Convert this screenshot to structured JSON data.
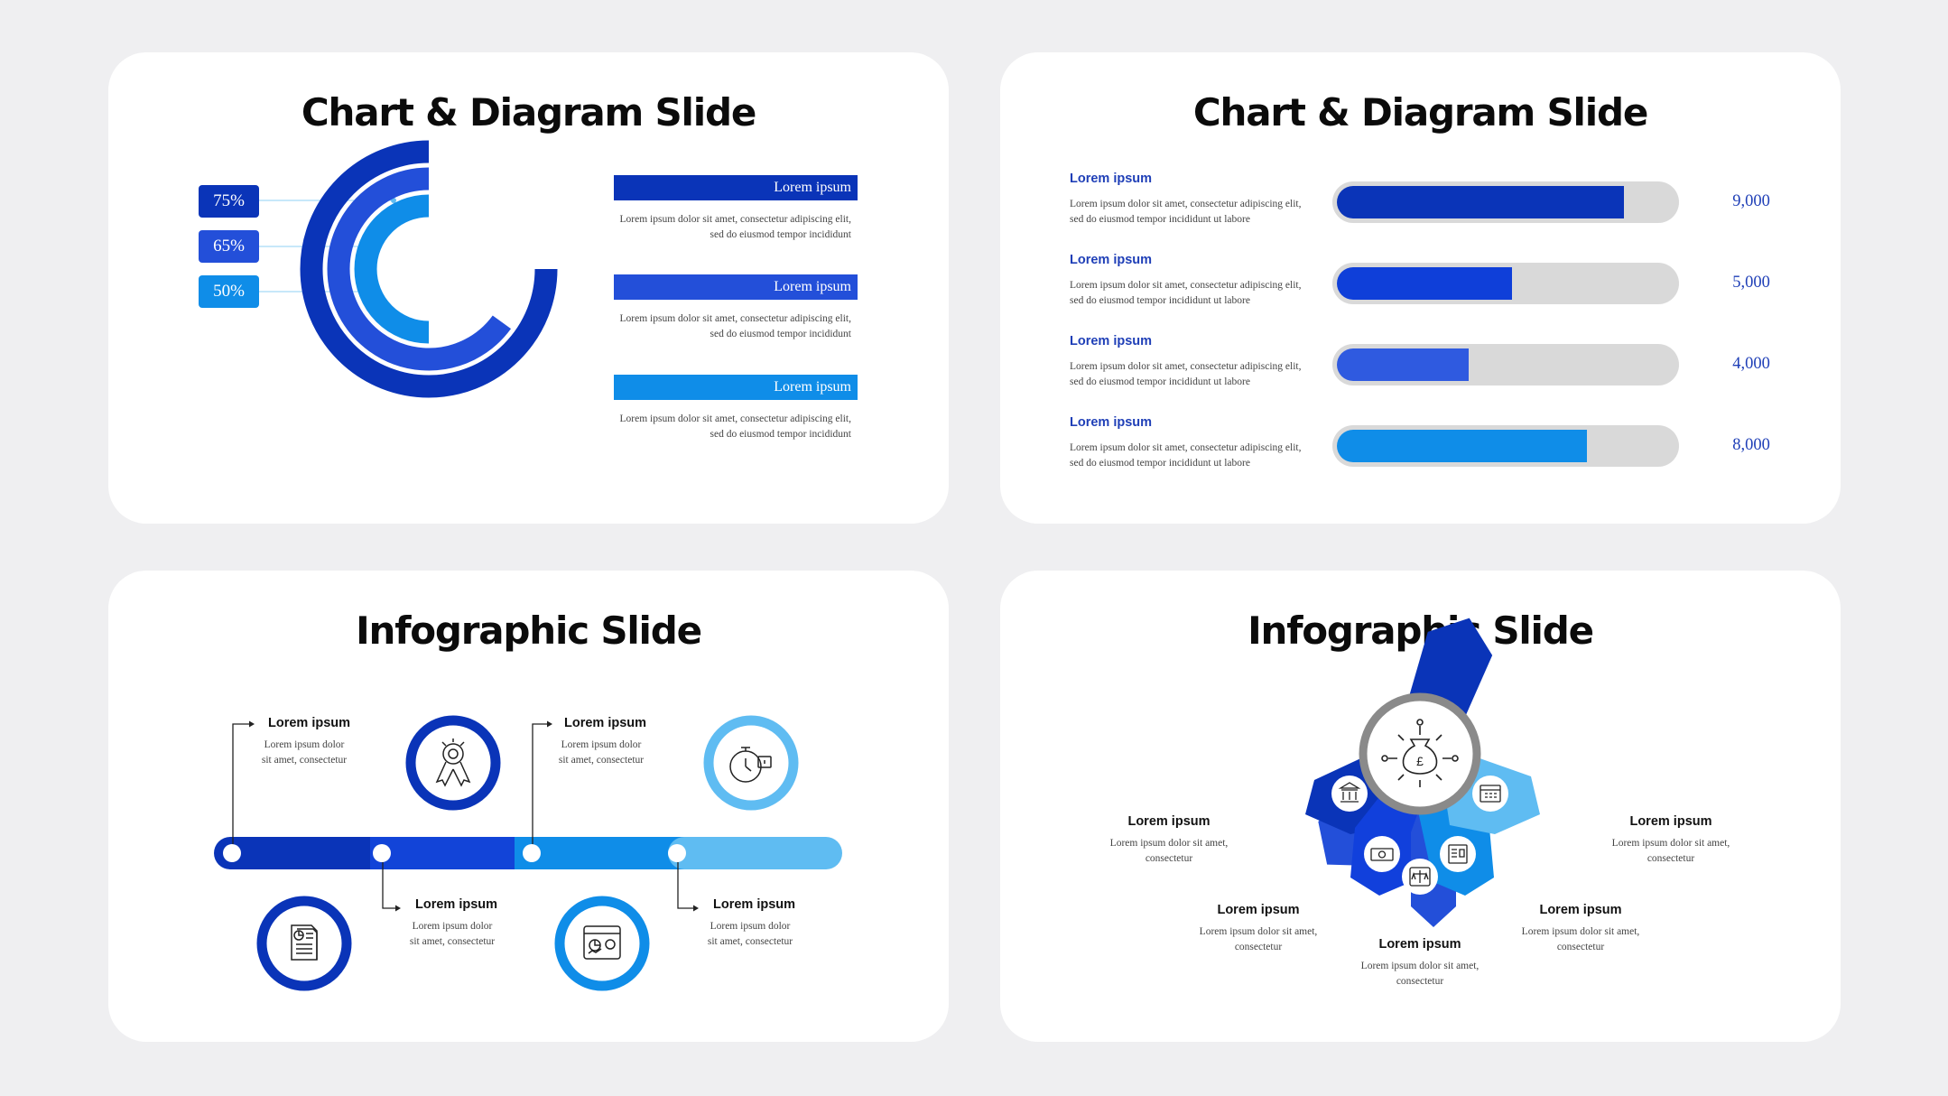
{
  "slides": [
    {
      "title": "Chart & Diagram Slide"
    },
    {
      "title": "Chart & Diagram Slide"
    },
    {
      "title": "Infographic Slide"
    },
    {
      "title": "Infographic Slide"
    }
  ],
  "colors": {
    "dark_blue": "#0a34b8",
    "blue": "#234fd9",
    "mid_blue": "#0f63e0",
    "sky_blue": "#0f8de8",
    "light_blue": "#5fbcf2",
    "grey_track": "#d9d9d9",
    "ring_grey": "#8a8a8a"
  },
  "radial": {
    "badges": [
      "75%",
      "65%",
      "50%"
    ],
    "levels": [
      0.75,
      0.65,
      0.5
    ],
    "items": [
      {
        "label": "Lorem ipsum",
        "line1": "Lorem ipsum dolor sit amet, consectetur adipiscing elit,",
        "line2": "sed do eiusmod tempor incididunt"
      },
      {
        "label": "Lorem ipsum",
        "line1": "Lorem ipsum dolor sit amet, consectetur adipiscing elit,",
        "line2": "sed do eiusmod tempor incididunt"
      },
      {
        "label": "Lorem ipsum",
        "line1": "Lorem ipsum dolor sit amet, consectetur adipiscing elit,",
        "line2": "sed do eiusmod tempor incididunt"
      }
    ]
  },
  "progress": {
    "rows": [
      {
        "title": "Lorem ipsum",
        "line1": "Lorem ipsum dolor sit amet, consectetur adipiscing elit,",
        "line2": "sed do eiusmod tempor incididunt ut labore",
        "value": "9,000",
        "level": 0.85
      },
      {
        "title": "Lorem ipsum",
        "line1": "Lorem ipsum dolor sit amet, consectetur adipiscing elit,",
        "line2": "sed do eiusmod tempor incididunt ut labore",
        "value": "5,000",
        "level": 0.52
      },
      {
        "title": "Lorem ipsum",
        "line1": "Lorem ipsum dolor sit amet, consectetur adipiscing elit,",
        "line2": "sed do eiusmod tempor incididunt ut labore",
        "value": "4,000",
        "level": 0.39
      },
      {
        "title": "Lorem ipsum",
        "line1": "Lorem ipsum dolor sit amet, consectetur adipiscing elit,",
        "line2": "sed do eiusmod tempor incididunt ut labore",
        "value": "8,000",
        "level": 0.74
      }
    ]
  },
  "timeline": {
    "steps": [
      {
        "title": "Lorem ipsum",
        "line1": "Lorem ipsum dolor",
        "line2": "sit amet, consectetur",
        "icon": "report-icon"
      },
      {
        "title": "Lorem ipsum",
        "line1": "Lorem ipsum dolor",
        "line2": "sit amet, consectetur",
        "icon": "award-icon"
      },
      {
        "title": "Lorem ipsum",
        "line1": "Lorem ipsum dolor",
        "line2": "sit amet, consectetur",
        "icon": "browser-chart-icon"
      },
      {
        "title": "Lorem ipsum",
        "line1": "Lorem ipsum dolor",
        "line2": "sit amet, consectetur",
        "icon": "stopwatch-icon"
      }
    ]
  },
  "fan": {
    "center_icon": "money-bag-icon",
    "petals": [
      {
        "title": "Lorem ipsum",
        "line1": "Lorem ipsum dolor sit amet,",
        "line2": "consectetur",
        "icon": "bank-icon"
      },
      {
        "title": "Lorem ipsum",
        "line1": "Lorem ipsum dolor sit amet,",
        "line2": "consectetur",
        "icon": "cash-icon"
      },
      {
        "title": "Lorem ipsum",
        "line1": "Lorem ipsum dolor sit amet,",
        "line2": "consectetur",
        "icon": "scale-icon"
      },
      {
        "title": "Lorem ipsum",
        "line1": "Lorem ipsum dolor sit amet,",
        "line2": "consectetur",
        "icon": "invoice-icon"
      },
      {
        "title": "Lorem ipsum",
        "line1": "Lorem ipsum dolor sit amet,",
        "line2": "consectetur",
        "icon": "calendar-icon"
      }
    ]
  }
}
